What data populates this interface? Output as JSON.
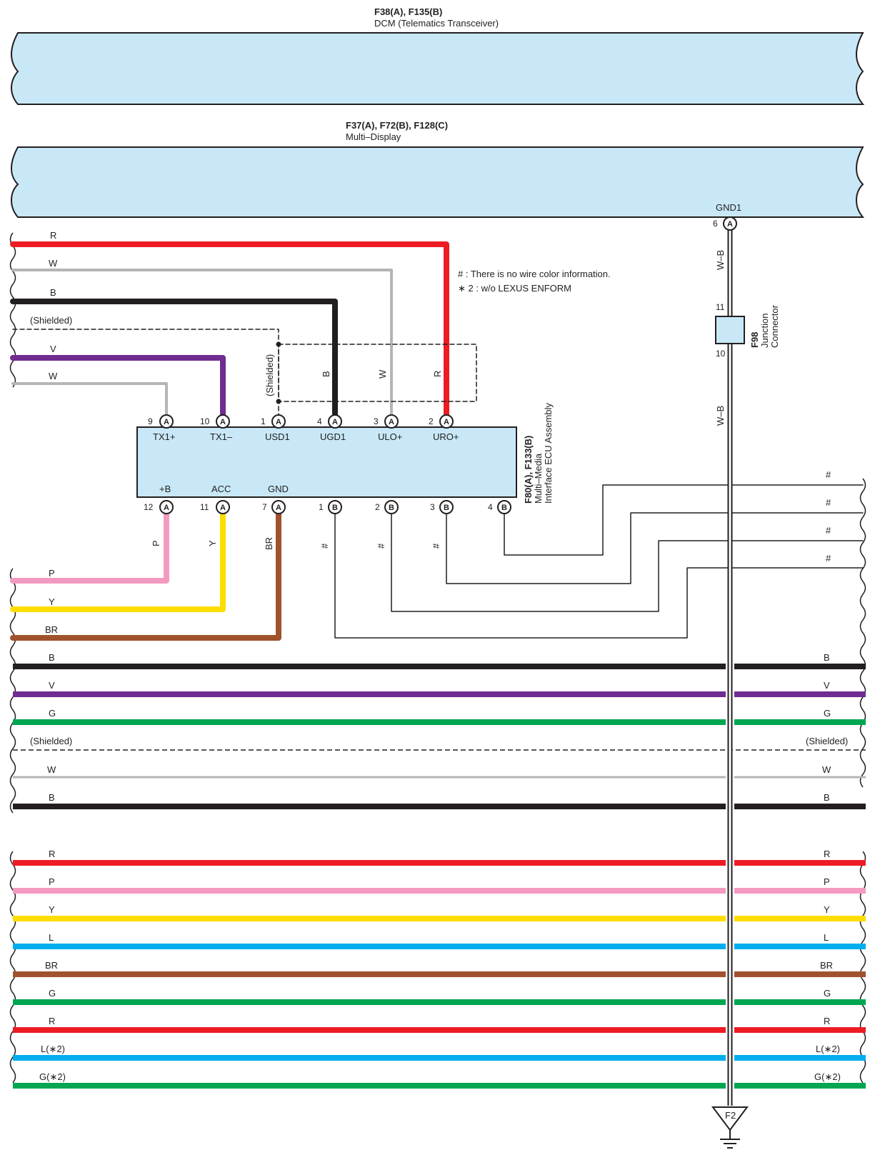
{
  "components": {
    "dcm": {
      "code": "F38(A), F135(B)",
      "name": "DCM (Telematics Transceiver)"
    },
    "multi_display": {
      "code": "F37(A), F72(B), F128(C)",
      "name": "Multi–Display",
      "gnd_label": "GND1",
      "gnd_pin": "6",
      "gnd_conn": "A"
    },
    "ecu": {
      "code": "F80(A), F133(B)",
      "name_line1": "Multi–Media",
      "name_line2": "Interface ECU Assembly"
    },
    "junction": {
      "code": "F98",
      "name_line1": "Junction",
      "name_line2": "Connector",
      "pin_top": "11",
      "pin_bottom": "10"
    },
    "ground": {
      "label": "F2"
    }
  },
  "notes": {
    "hash": "# : There is no wire color information.",
    "star2": "∗ 2 : w/o LEXUS ENFORM"
  },
  "ecu_top_pins": [
    {
      "pin": "9",
      "conn": "A",
      "name": "TX1+",
      "wire": "W"
    },
    {
      "pin": "10",
      "conn": "A",
      "name": "TX1–",
      "wire": "V"
    },
    {
      "pin": "1",
      "conn": "A",
      "name": "USD1",
      "wire": "(Shielded)"
    },
    {
      "pin": "4",
      "conn": "A",
      "name": "UGD1",
      "wire": "B"
    },
    {
      "pin": "3",
      "conn": "A",
      "name": "ULO+",
      "wire": "W"
    },
    {
      "pin": "2",
      "conn": "A",
      "name": "URO+",
      "wire": "R"
    }
  ],
  "ecu_bottom_pins": [
    {
      "pin": "12",
      "conn": "A",
      "name": "+B",
      "wire": "P"
    },
    {
      "pin": "11",
      "conn": "A",
      "name": "ACC",
      "wire": "Y"
    },
    {
      "pin": "7",
      "conn": "A",
      "name": "GND",
      "wire": "BR"
    },
    {
      "pin": "1",
      "conn": "B",
      "name": "",
      "wire": "#"
    },
    {
      "pin": "2",
      "conn": "B",
      "name": "",
      "wire": "#"
    },
    {
      "pin": "3",
      "conn": "B",
      "name": "",
      "wire": "#"
    },
    {
      "pin": "4",
      "conn": "B",
      "name": "",
      "wire": "#"
    }
  ],
  "wire_labels": {
    "left_top": [
      "R",
      "W",
      "B",
      "(Shielded)",
      "V",
      "W"
    ],
    "left_power": [
      "P",
      "Y",
      "BR"
    ],
    "right_hash": [
      "#",
      "#",
      "#",
      "#"
    ],
    "gnd_wire_upper": "W–B",
    "gnd_wire_lower": "W–B",
    "shielded_vertical": "(Shielded)"
  },
  "bus_group1": [
    {
      "label": "B",
      "color": "#231f20"
    },
    {
      "label": "V",
      "color": "#6f2c91"
    },
    {
      "label": "G",
      "color": "#00a651"
    },
    {
      "label": "(Shielded)",
      "color": "#444444"
    },
    {
      "label": "W",
      "color": "#c8c8c8"
    },
    {
      "label": "B",
      "color": "#231f20"
    }
  ],
  "bus_group2": [
    {
      "label": "R",
      "color": "#ed1c24"
    },
    {
      "label": "P",
      "color": "#f49ac1"
    },
    {
      "label": "Y",
      "color": "#ffdd00"
    },
    {
      "label": "L",
      "color": "#00aeef"
    },
    {
      "label": "BR",
      "color": "#a0522d"
    },
    {
      "label": "G",
      "color": "#00a651"
    },
    {
      "label": "R",
      "color": "#ed1c24"
    },
    {
      "label": "L(∗2)",
      "color": "#00aeef"
    },
    {
      "label": "G(∗2)",
      "color": "#00a651"
    }
  ],
  "colors": {
    "box_fill": "#c9e8f7",
    "R": "#ed1c24",
    "B": "#231f20",
    "V": "#6f2c91",
    "W": "#c8c8c8",
    "P": "#f49ac1",
    "Y": "#ffdd00",
    "BR": "#a0522d",
    "G": "#00a651",
    "L": "#00aeef"
  }
}
